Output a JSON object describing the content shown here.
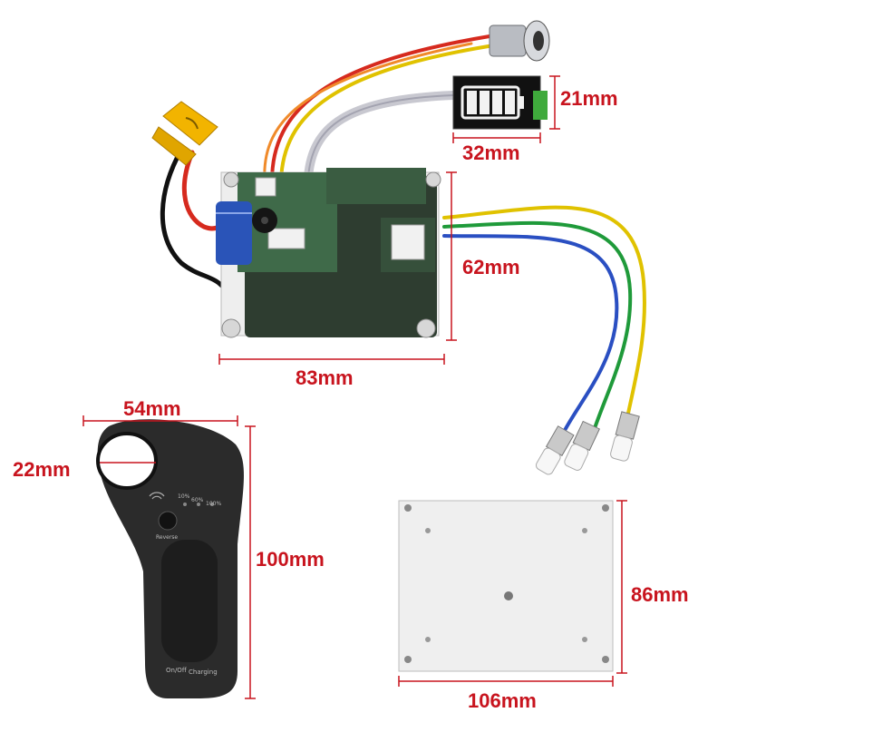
{
  "colors": {
    "dimension": "#c8141e",
    "board": "#2e3d30",
    "connector": "#f2b400",
    "wire_red": "#d62a1e",
    "wire_yellow": "#e0c200",
    "wire_green": "#1f9a3a",
    "wire_blue": "#2a4fc2",
    "battery_green": "#3faa3c",
    "remote_body": "#2b2b2b",
    "plate": "#efefef"
  },
  "labels": {
    "indicator_height": "21mm",
    "indicator_width": "32mm",
    "board_height": "62mm",
    "board_width": "83mm",
    "remote_width": "54mm",
    "remote_ring": "22mm",
    "remote_height": "100mm",
    "plate_height": "86mm",
    "plate_width": "106mm"
  },
  "remote": {
    "level_1": "10%",
    "level_2": "60%",
    "level_3": "100%",
    "reverse": "Reverse",
    "onoff": "On/Off",
    "charging": "Charging"
  },
  "icons": {
    "signal": "wifi-signal-icon",
    "battery": "battery-level-icon"
  }
}
